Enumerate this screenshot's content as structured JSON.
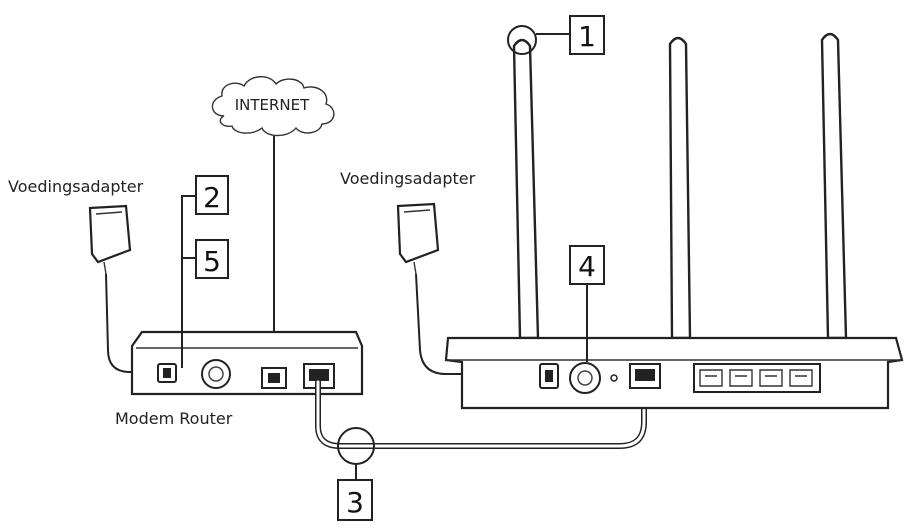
{
  "labels": {
    "internet": "INTERNET",
    "adapter_left": "Voedingsadapter",
    "adapter_right": "Voedingsadapter",
    "modem_router": "Modem Router"
  },
  "callouts": {
    "c1": "1",
    "c2": "2",
    "c3": "3",
    "c4": "4",
    "c5": "5"
  }
}
